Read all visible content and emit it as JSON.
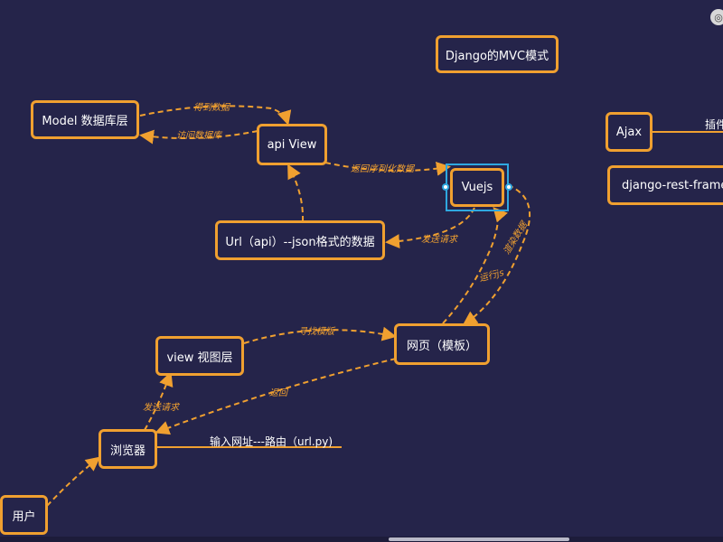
{
  "title": "Django的MVC模式",
  "nodes": {
    "model": "Model 数据库层",
    "api_view": "api View",
    "vuejs": "Vuejs",
    "url_api": "Url（api）--json格式的数据",
    "webpage": "网页（模板）",
    "view_layer": "view 视图层",
    "browser": "浏览器",
    "user": "用户",
    "ajax": "Ajax",
    "drf": "django-rest-framework"
  },
  "edge_labels": {
    "get_data": "得到数据",
    "access_db": "访问数据库",
    "return_serialized": "返回序列化数据",
    "send_request_vue": "发送请求",
    "render_data": "渲染数据",
    "run_js": "运行js",
    "find_template": "寻找模版",
    "return": "返回",
    "send_request_browser": "发送请求"
  },
  "annotations": {
    "url_input": "输入网址---路由（url.py)",
    "plugin": "插件"
  },
  "colors": {
    "background": "#25244a",
    "accent": "#f0a030",
    "selection": "#2fa8e0"
  }
}
